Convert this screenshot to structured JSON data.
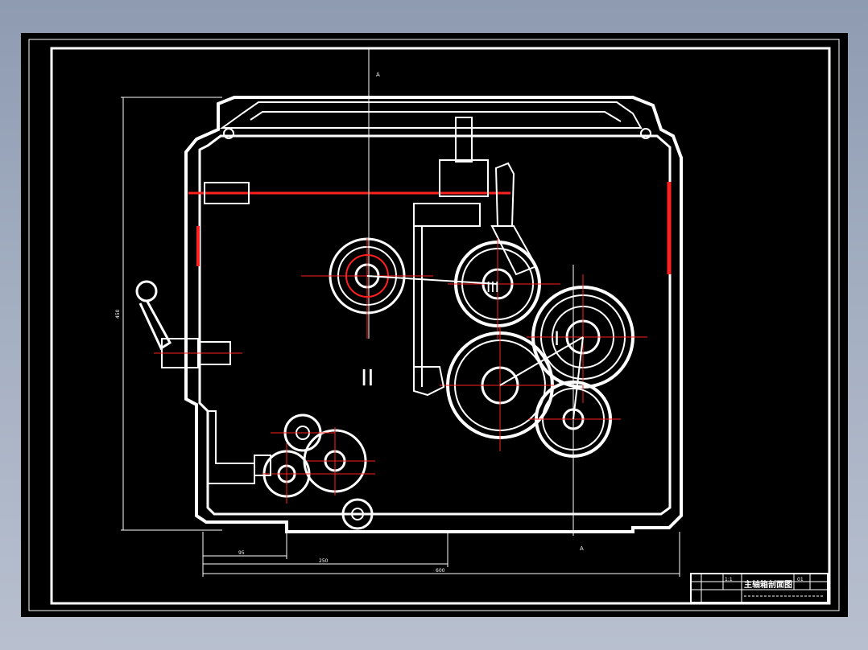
{
  "drawing": {
    "section_label_top": "A",
    "section_label_bottom": "A",
    "shaft_label_1": "I",
    "shaft_label_2": "II",
    "shaft_label_3": "III",
    "dim_height": "450",
    "dim_width_1": "95",
    "dim_width_2": "250",
    "dim_width_3": "600"
  },
  "title_block": {
    "title": "主轴箱剖面图",
    "scale": "1:1",
    "drawing_no": "01"
  },
  "colors": {
    "background": "#000000",
    "lines": "#ffffff",
    "center_lines": "#ff2020"
  }
}
